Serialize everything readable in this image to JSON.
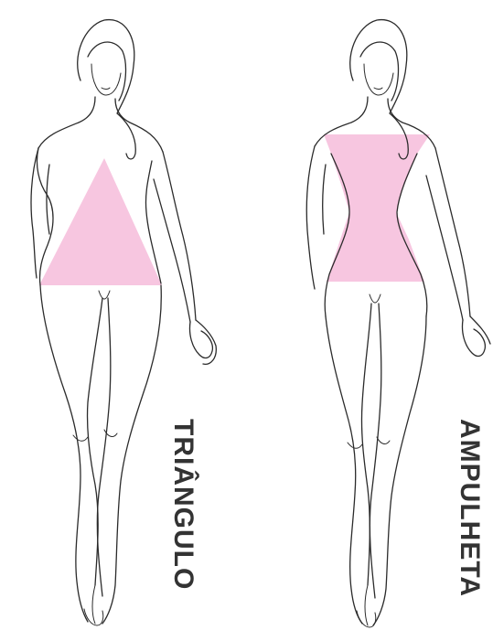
{
  "colors": {
    "shape_fill": "#f6c1dd",
    "line": "#2b2b2b",
    "label": "#333333",
    "background": "#ffffff"
  },
  "figures": [
    {
      "label": "TRIÂNGULO",
      "shape": "triangle"
    },
    {
      "label": "AMPULHETA",
      "shape": "hourglass"
    }
  ]
}
